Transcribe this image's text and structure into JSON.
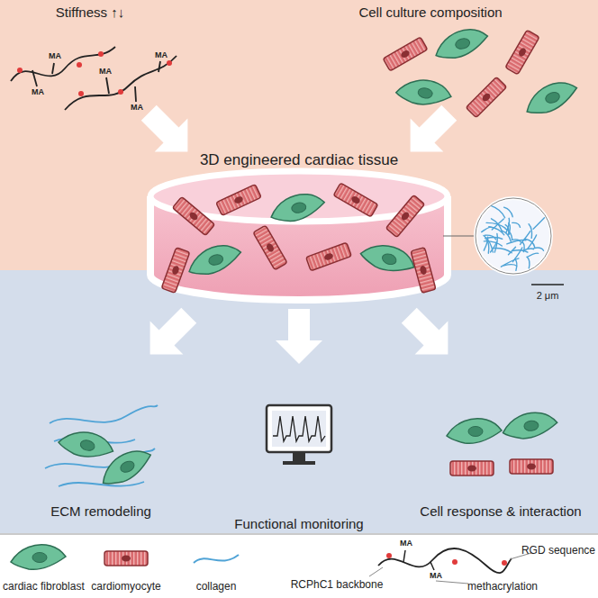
{
  "diagram": {
    "title": "3D engineered cardiac tissue",
    "labels": [
      "Stiffness ↑↓",
      "Cell culture composition",
      "MA",
      "MA",
      "MA",
      "MA",
      "MA",
      "2 μm",
      "ECM remodeling",
      "Functional monitoring",
      "Cell response & interaction",
      "RCPhC1 backbone",
      "RGD sequence",
      "MA",
      "MA",
      "methacrylation"
    ],
    "legend": [
      {
        "text": "cardiac fibroblast"
      },
      {
        "text": "cardiomyocyte"
      },
      {
        "text": "collagen"
      }
    ]
  }
}
